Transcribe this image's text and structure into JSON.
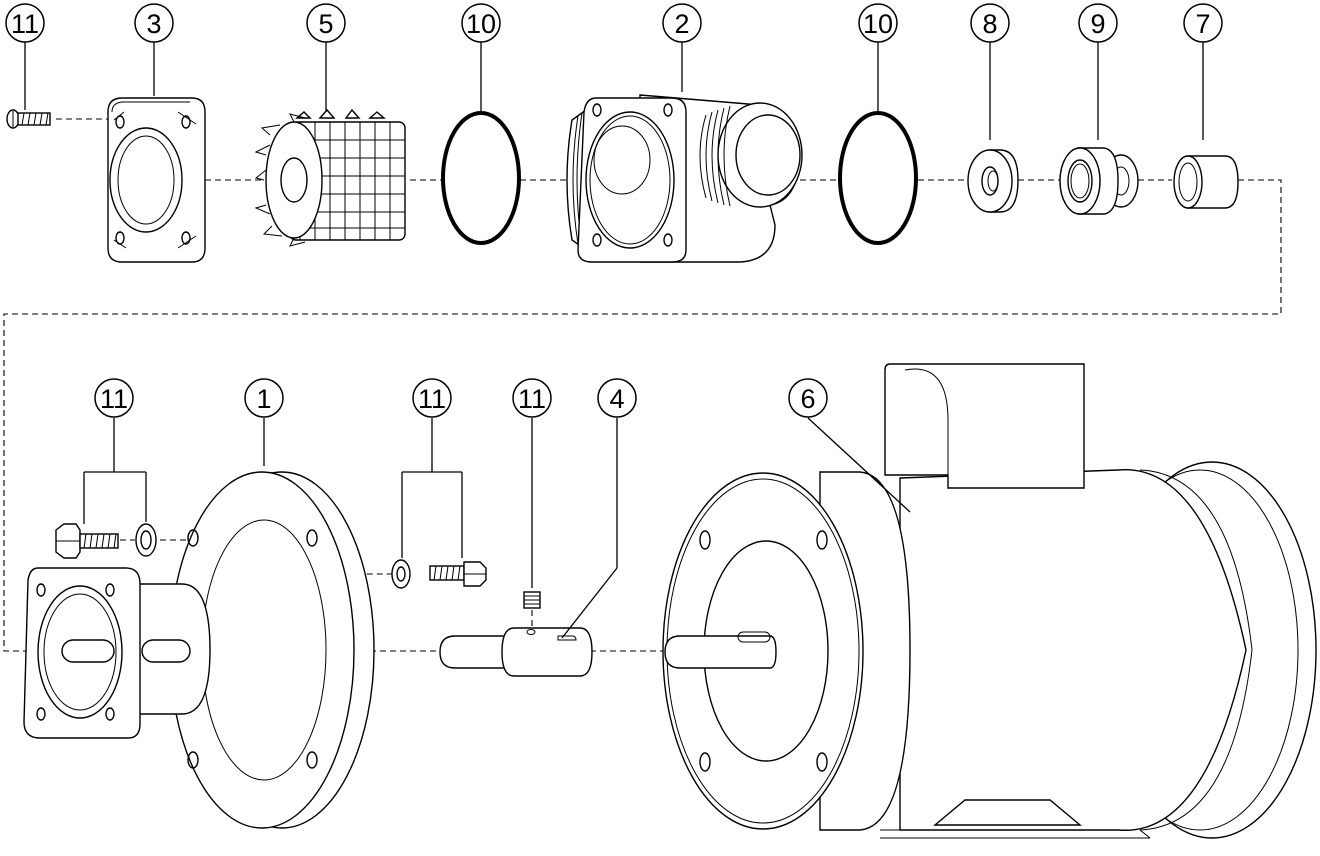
{
  "balloons": {
    "b11_screw": "11",
    "b3_cover": "3",
    "b5_impeller": "5",
    "b10_oring_a": "10",
    "b2_body": "2",
    "b10_oring_b": "10",
    "b8_seal": "8",
    "b9_bearing": "9",
    "b7_sleeve": "7",
    "b11_bolt_washer": "11",
    "b1_bracket": "1",
    "b11_washer_bolt": "11",
    "b11_setscrew": "11",
    "b4_shaft": "4",
    "b6_motor": "6"
  }
}
